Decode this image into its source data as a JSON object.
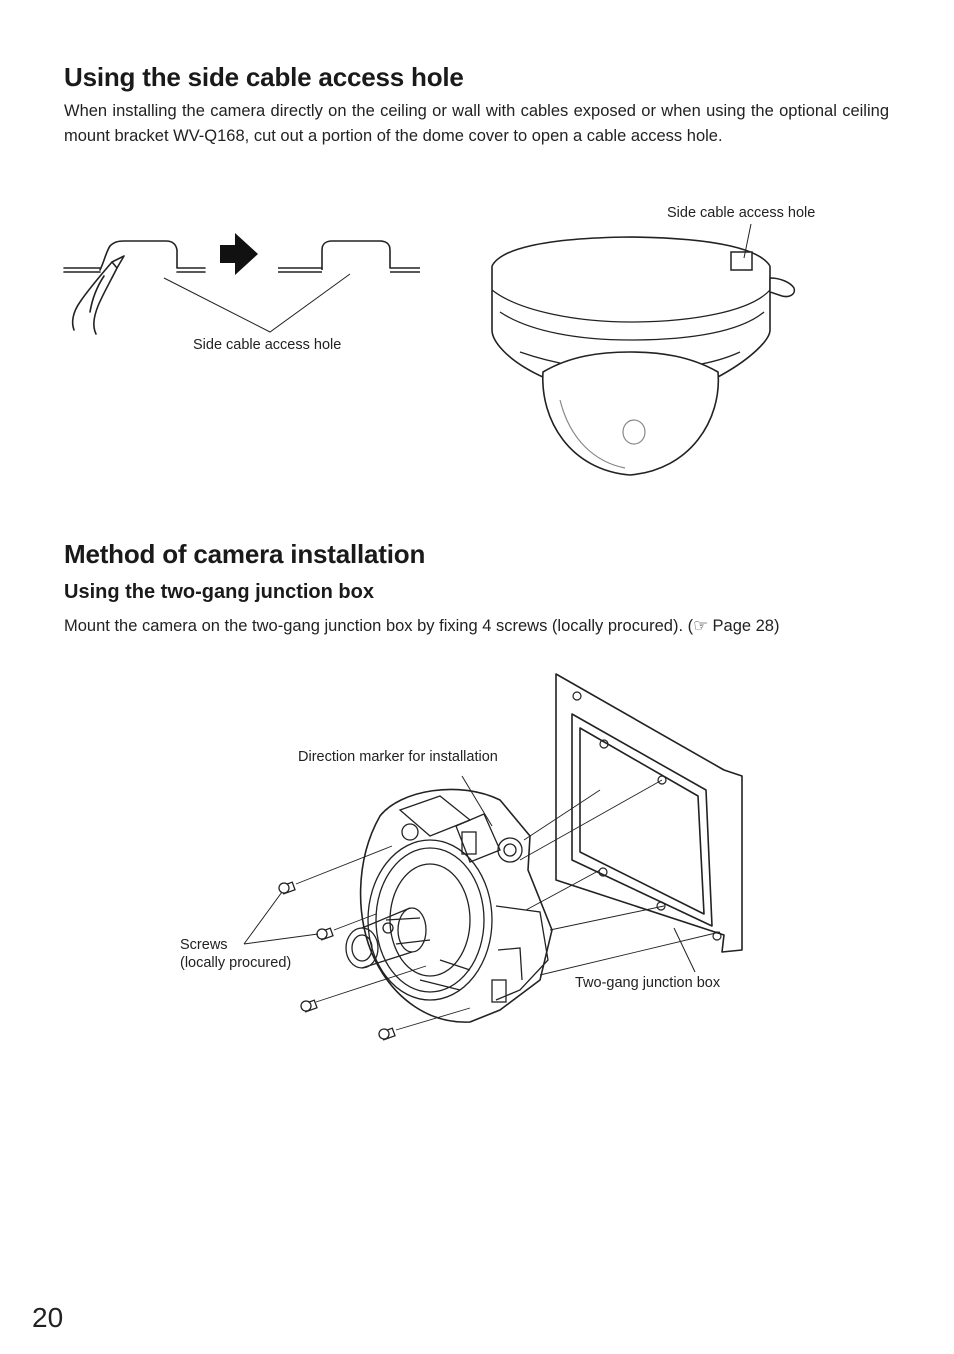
{
  "section1": {
    "heading": "Using the side cable access hole",
    "body": "When installing the camera directly on the ceiling or wall with cables exposed or when using the optional ceiling mount bracket WV-Q168, cut out a portion of the dome cover to open a cable access hole.",
    "label_left": "Side cable access hole",
    "label_right": "Side cable access hole"
  },
  "section2": {
    "heading": "Method of camera installation",
    "subheading": "Using the two-gang junction box",
    "body": "Mount the camera on the two-gang junction box by fixing 4 screws (locally procured). (☞ Page 28)",
    "label_marker": "Direction marker for installation",
    "label_screws_1": "Screws",
    "label_screws_2": "(locally procured)",
    "label_box": "Two-gang junction box"
  },
  "page_number": "20"
}
